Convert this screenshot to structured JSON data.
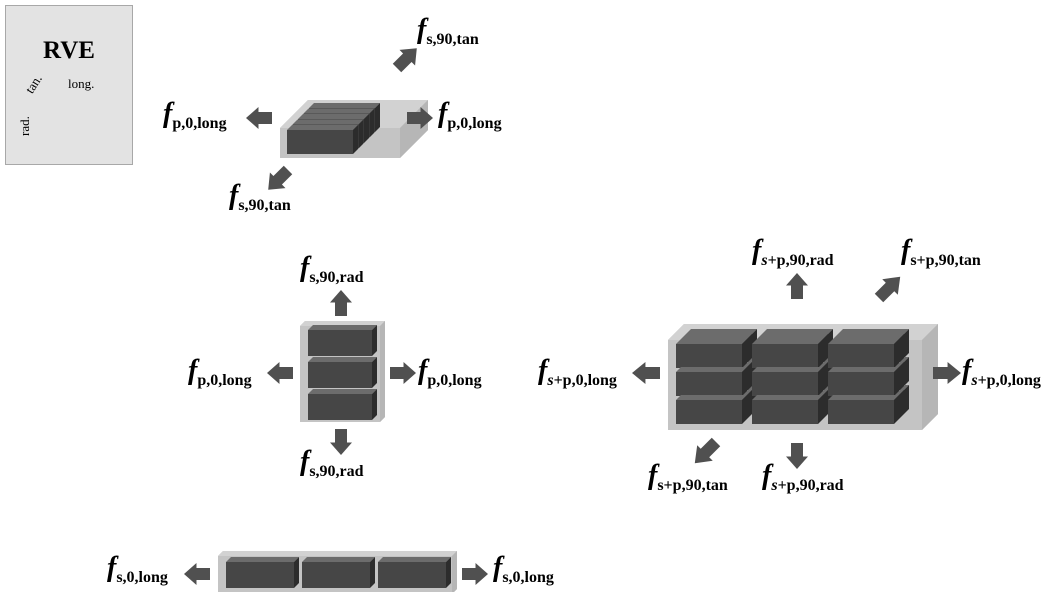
{
  "rve": {
    "title": "RVE",
    "axis_labels": {
      "longitudinal": "long.",
      "tangential": "tan.",
      "radial": "rad."
    }
  },
  "colors": {
    "block_front": "#464646",
    "block_top": "#6c6c6c",
    "block_side": "#2c2c2c",
    "matrix": "#c4c4c4",
    "arrow": "#505050",
    "rve_background": "#e3e3e3"
  },
  "labels": {
    "top_s90tan_upper": {
      "symbol": "f",
      "subscript": "s,90,tan"
    },
    "top_p0long_left": {
      "symbol": "f",
      "subscript": "p,0,long"
    },
    "top_p0long_right": {
      "symbol": "f",
      "subscript": "p,0,long"
    },
    "top_s90tan_lower": {
      "symbol": "f",
      "subscript": "s,90,tan"
    },
    "stack_s90rad_top": {
      "symbol": "f",
      "subscript": "s,90,rad"
    },
    "stack_p0long_left": {
      "symbol": "f",
      "subscript": "p,0,long"
    },
    "stack_p0long_right": {
      "symbol": "f",
      "subscript": "p,0,long"
    },
    "stack_s90rad_bottom": {
      "symbol": "f",
      "subscript": "s,90,rad"
    },
    "grid_sp90rad_top": {
      "symbol": "f",
      "sub_italic": "s",
      "sub_rest": "+p,90,rad"
    },
    "grid_sp90tan_top": {
      "symbol": "f",
      "sub_italic": "",
      "sub_rest": "s+p,90,tan"
    },
    "grid_sp0long_left": {
      "symbol": "f",
      "sub_italic": "s",
      "sub_rest": "+p,0,long"
    },
    "grid_sp0long_right": {
      "symbol": "f",
      "sub_italic": "s",
      "sub_rest": "+p,0,long"
    },
    "grid_sp90tan_bottom": {
      "symbol": "f",
      "sub_italic": "",
      "sub_rest": "s+p,90,tan"
    },
    "grid_sp90rad_bottom": {
      "symbol": "f",
      "sub_italic": "s",
      "sub_rest": "+p,90,rad"
    },
    "row_s0long_left": {
      "symbol": "f",
      "subscript": "s,0,long"
    },
    "row_s0long_right": {
      "symbol": "f",
      "subscript": "s,0,long"
    }
  }
}
